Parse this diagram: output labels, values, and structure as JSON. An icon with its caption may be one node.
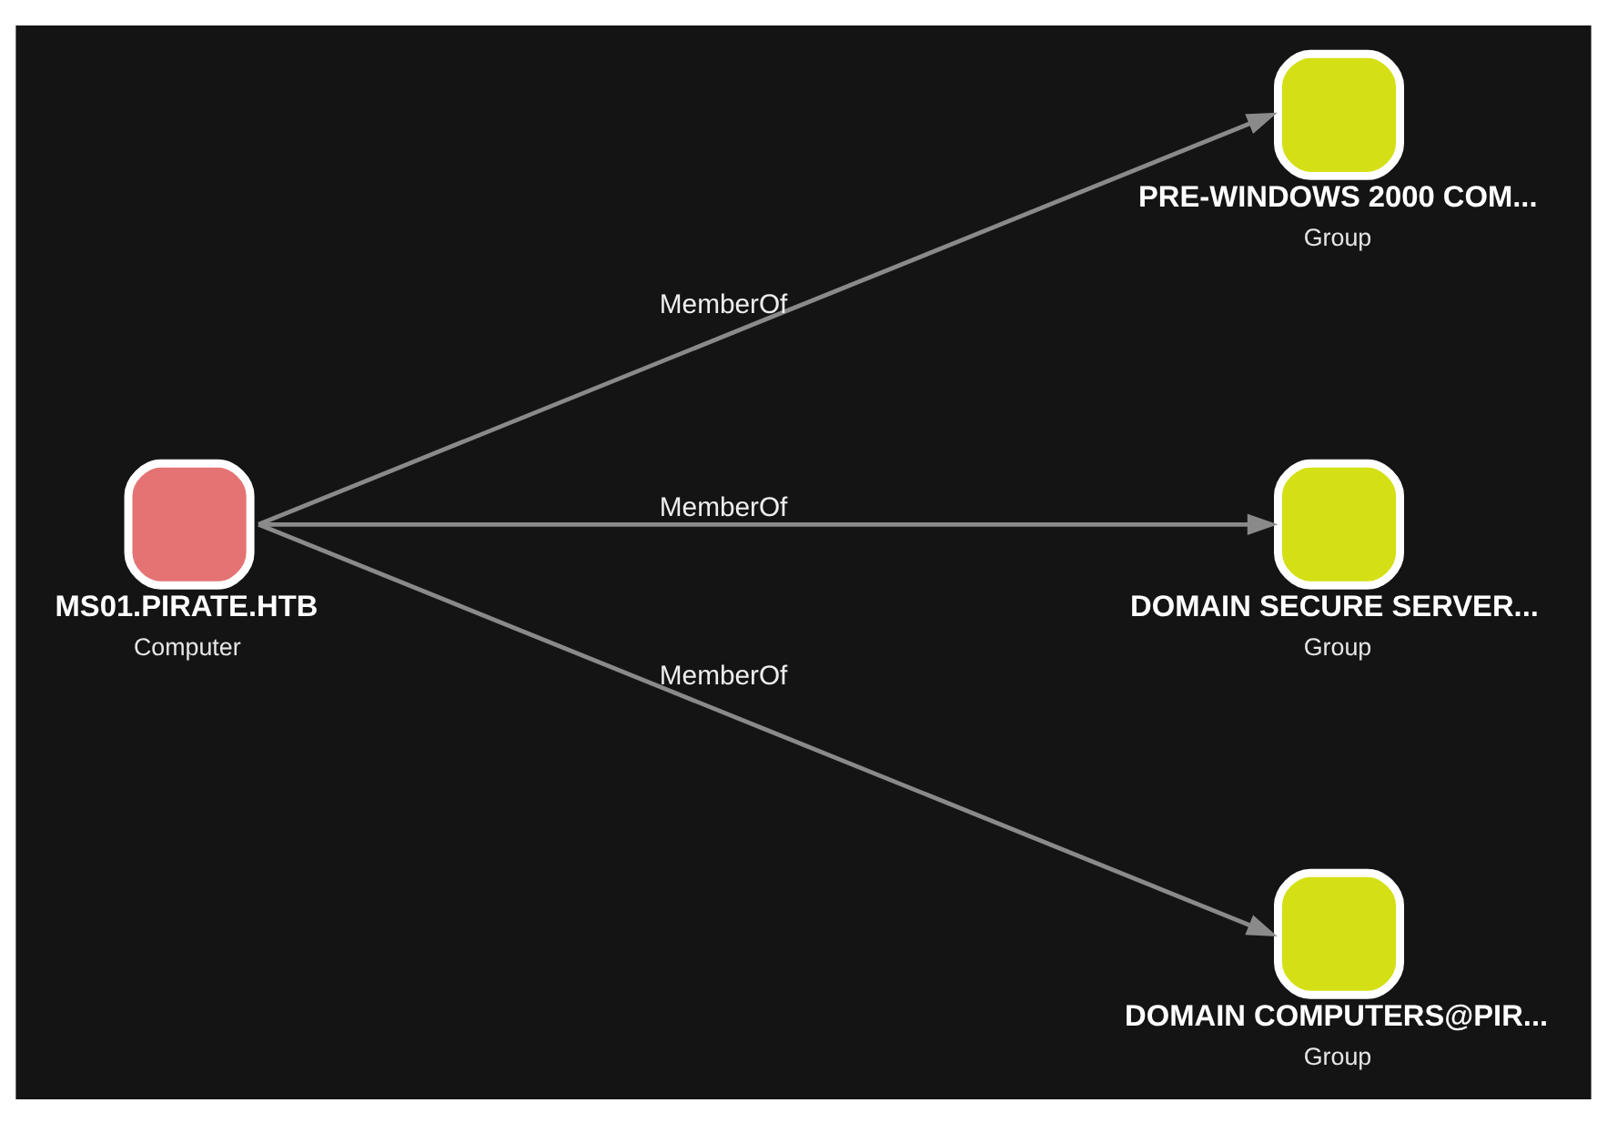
{
  "diagram": {
    "nodes": [
      {
        "text": [
          "MS01.PIRATE.HTB",
          "Computer"
        ]
      },
      {
        "text": [
          "PRE-WINDOWS 2000 COM...",
          "Group"
        ]
      },
      {
        "text": [
          "DOMAIN SECURE SERVER...",
          "Group"
        ]
      },
      {
        "text": [
          "DOMAIN COMPUTERS@PIR...",
          "Group"
        ]
      }
    ],
    "edges": [
      {
        "from": 0,
        "to": 1,
        "arrow": "to",
        "label": "MemberOf"
      },
      {
        "from": 0,
        "to": 2,
        "arrow": "to",
        "label": "MemberOf"
      },
      {
        "from": 0,
        "to": 3,
        "arrow": "to",
        "label": "MemberOf"
      }
    ]
  }
}
